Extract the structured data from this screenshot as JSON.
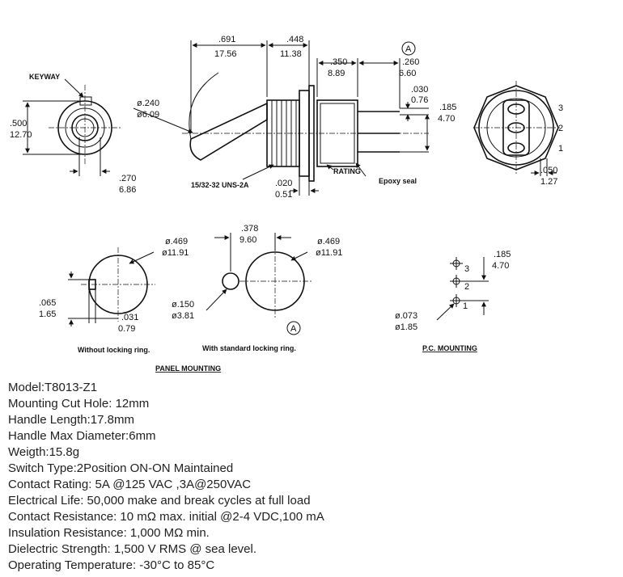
{
  "drawing": {
    "top_dims": {
      "d691": ".691",
      "d1756": "17.56",
      "d448": ".448",
      "d1138": "11.38",
      "d350": ".350",
      "d889": "8.89",
      "d260": ".260",
      "d660": "6.60",
      "d030": ".030",
      "d076": "0.76",
      "d185": ".185",
      "d470": "4.70",
      "d240": "ø.240",
      "d609": "ø6.09",
      "d500": ".500",
      "d1270": "12.70",
      "d270": ".270",
      "d686": "6.86",
      "d020": ".020",
      "d051": "0.51",
      "d050": ".050",
      "d127": "1.27"
    },
    "labels": {
      "keyway": "KEYWAY",
      "thread": "15/32-32 UNS-2A",
      "rating": "RATING",
      "epoxy": "Epoxy seal",
      "ref_a": "A",
      "pin1": "1",
      "pin2": "2",
      "pin3": "3"
    },
    "panel": {
      "d469a": "ø.469",
      "d1191a": "ø11.91",
      "d065": ".065",
      "d165": "1.65",
      "d031": ".031",
      "d079": "0.79",
      "d378": ".378",
      "d960": "9.60",
      "d469b": "ø.469",
      "d1191b": "ø11.91",
      "d150": "ø.150",
      "d381": "ø3.81",
      "caption_without": "Without locking ring.",
      "caption_with": "With standard locking ring.",
      "title": "PANEL  MOUNTING"
    },
    "pc": {
      "d185": ".185",
      "d470": "4.70",
      "d073": "ø.073",
      "d185b": "ø1.85",
      "n1": "1",
      "n2": "2",
      "n3": "3",
      "title": "P.C. MOUNTING"
    }
  },
  "specs": [
    "Model:T8013-Z1",
    "Mounting Cut Hole: 12mm",
    "Handle Length:17.8mm",
    "Handle Max Diameter:6mm",
    "Weigth:15.8g",
    "Switch Type:2Position ON-ON Maintained",
    "Contact Rating: 5A @125 VAC ,3A@250VAC",
    "Electrical Life: 50,000 make and break cycles at full load",
    "Contact Resistance: 10 mΩ max. initial @2-4 VDC,100 mA",
    "Insulation Resistance: 1,000 MΩ min.",
    "Dielectric Strength: 1,500 V RMS @ sea level.",
    "Operating Temperature: -30°C to 85°C"
  ]
}
